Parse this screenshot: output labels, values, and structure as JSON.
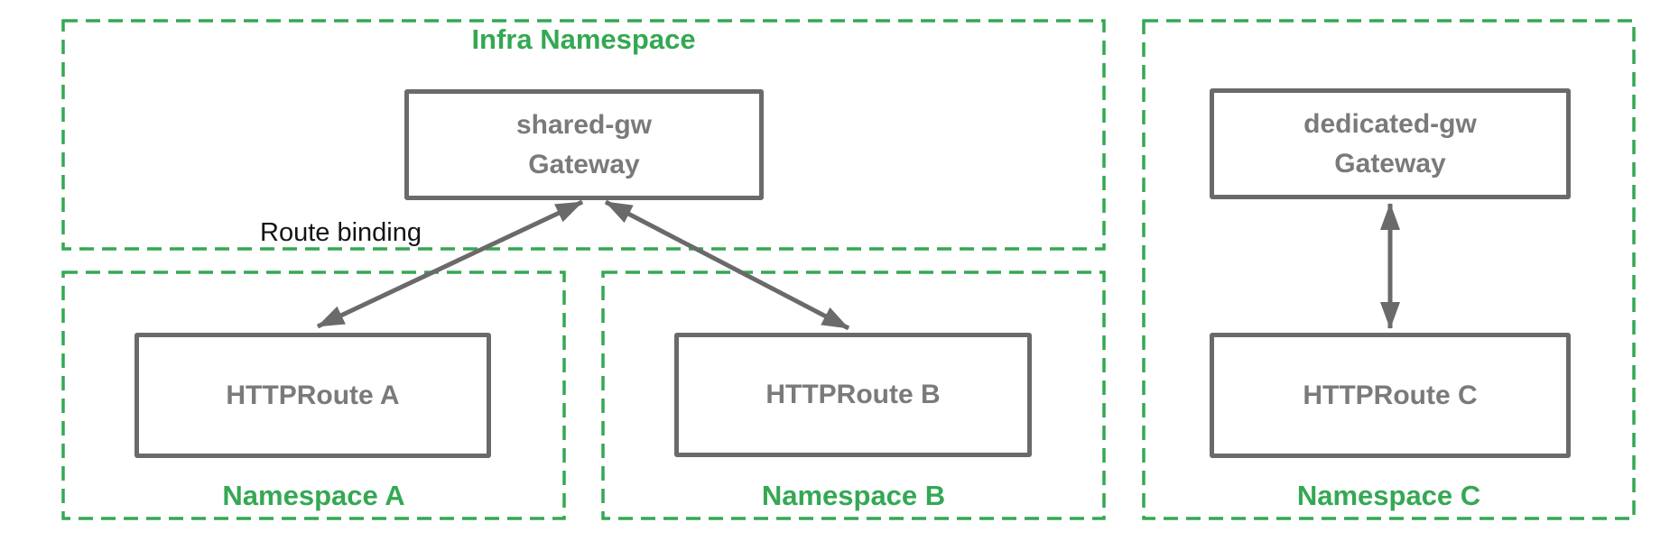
{
  "diagram": {
    "title_implied": "Gateway route binding across namespaces",
    "infra_namespace": {
      "label": "Infra Namespace"
    },
    "namespaces": [
      {
        "label": "Namespace A"
      },
      {
        "label": "Namespace B"
      },
      {
        "label": "Namespace C"
      }
    ],
    "nodes": {
      "shared_gw": {
        "line1": "shared-gw",
        "line2": "Gateway"
      },
      "httproute_a": {
        "label": "HTTPRoute A"
      },
      "httproute_b": {
        "label": "HTTPRoute B"
      },
      "dedicated_gw": {
        "line1": "dedicated-gw",
        "line2": "Gateway"
      },
      "httproute_c": {
        "label": "HTTPRoute C"
      }
    },
    "annotations": {
      "route_binding": "Route binding"
    },
    "edges": [
      {
        "from": "httproute_a",
        "to": "shared_gw",
        "style": "double-arrow",
        "label": "Route binding"
      },
      {
        "from": "httproute_b",
        "to": "shared_gw",
        "style": "double-arrow"
      },
      {
        "from": "httproute_c",
        "to": "dedicated_gw",
        "style": "double-arrow"
      }
    ],
    "colors": {
      "namespace_green": "#34a853",
      "box_border_gray": "#6a6a6a",
      "box_text_gray": "#7a7a7a",
      "annotation_black": "#141414",
      "background": "#ffffff"
    }
  }
}
